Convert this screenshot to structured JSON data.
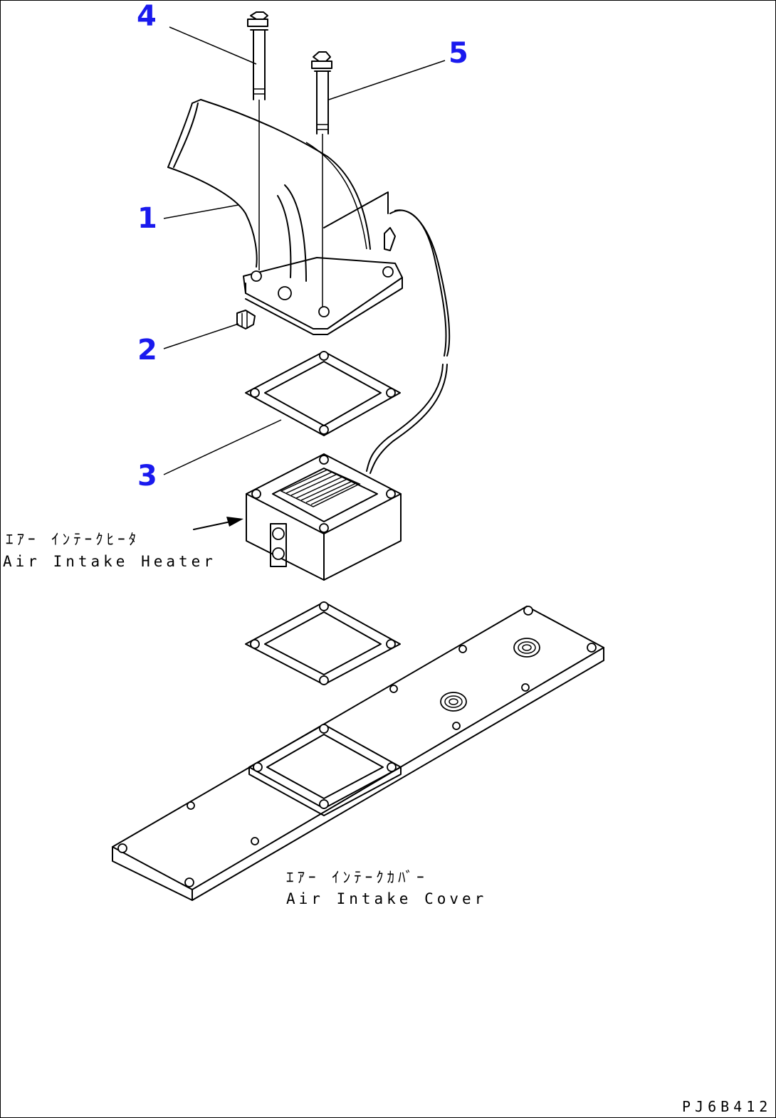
{
  "colors": {
    "callout": "#1a1aee",
    "line": "#000000",
    "background": "#ffffff"
  },
  "callouts": [
    {
      "id": "1",
      "label": "1"
    },
    {
      "id": "2",
      "label": "2"
    },
    {
      "id": "3",
      "label": "3"
    },
    {
      "id": "4",
      "label": "4"
    },
    {
      "id": "5",
      "label": "5"
    }
  ],
  "labels": {
    "heater_jp": "ｴｱｰ ｲﾝﾃｰｸﾋｰﾀ",
    "heater_en": "Air Intake Heater",
    "cover_jp": "ｴｱｰ ｲﾝﾃｰｸｶﾊﾞｰ",
    "cover_en": "Air Intake Cover"
  },
  "drawing_code": "PJ6B412"
}
